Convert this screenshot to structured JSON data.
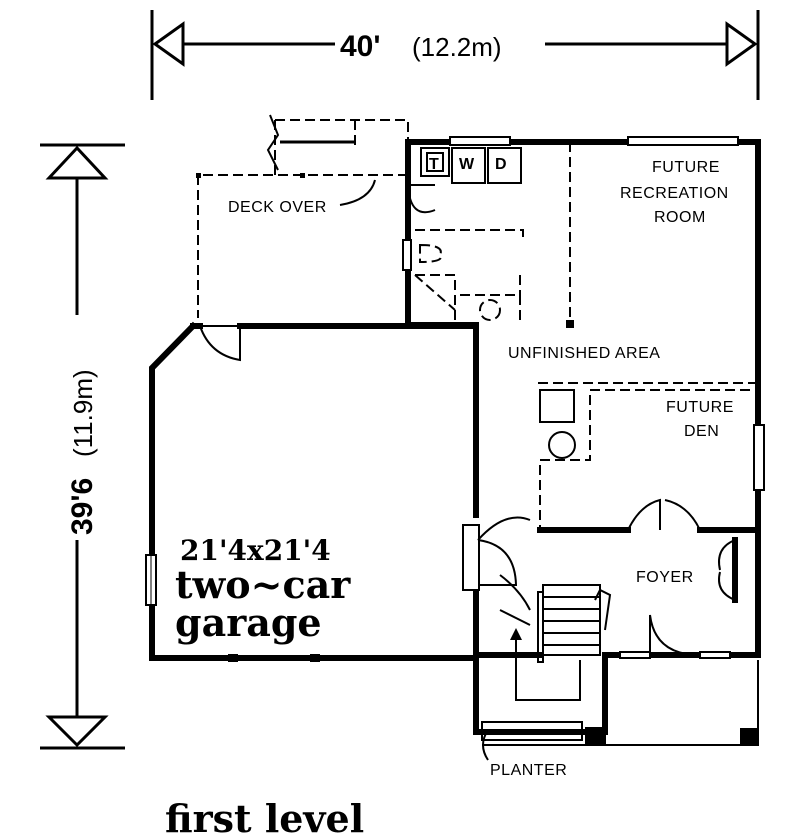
{
  "dimensions": {
    "width_main": "40'",
    "width_sub": "(12.2m)",
    "depth_main": "39'6",
    "depth_sub": "(11.9m)"
  },
  "rooms": {
    "deck": "DECK OVER",
    "recreation": [
      "FUTURE",
      "RECREATION",
      "ROOM"
    ],
    "unfinished": "UNFINISHED AREA",
    "den": [
      "FUTURE",
      "DEN"
    ],
    "foyer": "FOYER",
    "planter": "PLANTER",
    "garage_size": "21'4x21'4",
    "garage_name": [
      "two~car",
      "garage"
    ]
  },
  "appliances": {
    "toilet": "T",
    "washer": "W",
    "dryer": "D"
  },
  "caption": "first level"
}
